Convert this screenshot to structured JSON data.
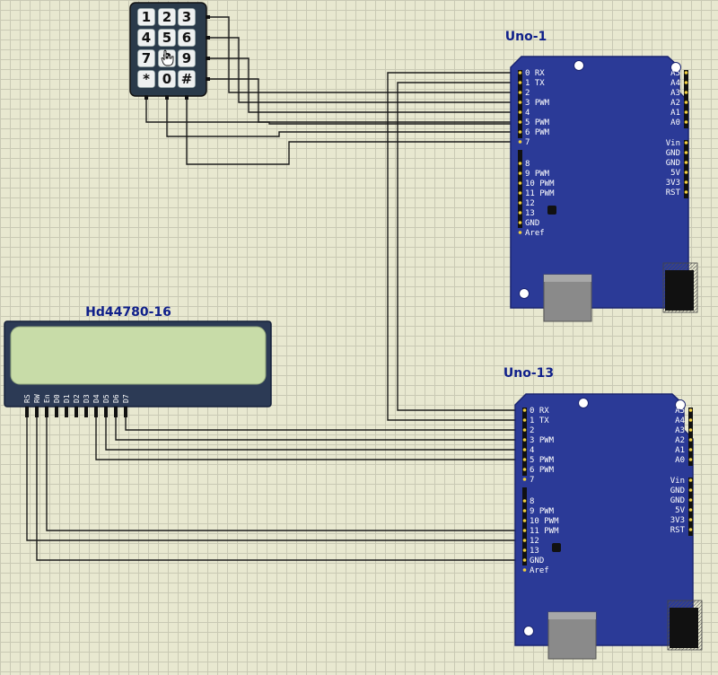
{
  "labels": {
    "uno1": "Uno-1",
    "uno13": "Uno-13",
    "lcd": "Hd44780-16"
  },
  "keypad": {
    "keys": [
      "1",
      "2",
      "3",
      "4",
      "5",
      "6",
      "7",
      "8",
      "9",
      "*",
      "0",
      "#"
    ]
  },
  "lcd_pins": [
    "RS",
    "RW",
    "En",
    "D0",
    "D1",
    "D2",
    "D3",
    "D4",
    "D5",
    "D6",
    "D7"
  ],
  "arduino": {
    "left_pins": [
      "0  RX",
      "1  TX",
      "2",
      "3  PWM",
      "4",
      "5  PWM",
      "6  PWM",
      "7",
      "8",
      "9  PWM",
      "10 PWM",
      "11 PWM",
      "12",
      "13",
      "GND",
      "Aref"
    ],
    "right_pins": [
      "A5",
      "A4",
      "A3",
      "A2",
      "A1",
      "A0",
      "Vin",
      "GND",
      "GND",
      "5V",
      "3V3",
      "RST"
    ]
  },
  "colors": {
    "board": "#2b3a97",
    "board_edge": "#1a2470",
    "lcd_bezel": "#2c3a55",
    "lcd_screen": "#c8dca8",
    "wire": "#1a1a1a",
    "title": "#0f1f8a"
  }
}
